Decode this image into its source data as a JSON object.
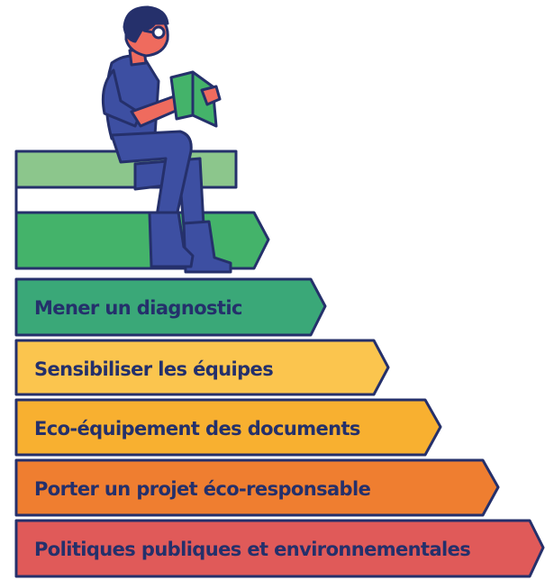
{
  "diagram": {
    "type": "staircase-arrows",
    "steps": [
      {
        "label": "",
        "color": "#8cc68c"
      },
      {
        "label": "",
        "color": "#44b36a"
      },
      {
        "label": "Mener un diagnostic",
        "color": "#3aa878"
      },
      {
        "label": "Sensibiliser les équipes",
        "color": "#fbc54e"
      },
      {
        "label": "Eco-équipement des documents",
        "color": "#f8b030"
      },
      {
        "label": "Porter un projet éco-responsable",
        "color": "#ef7e30"
      },
      {
        "label": "Politiques publiques et environnementales",
        "color": "#e05a59"
      }
    ]
  },
  "illustration": {
    "subject": "person-reading-icon",
    "colors": {
      "outline": "#25306b",
      "shirt": "#3d4fa2",
      "pants": "#3d4fa2",
      "skin": "#ef6b5e",
      "book": "#44b36a",
      "hair": "#25306b"
    }
  }
}
